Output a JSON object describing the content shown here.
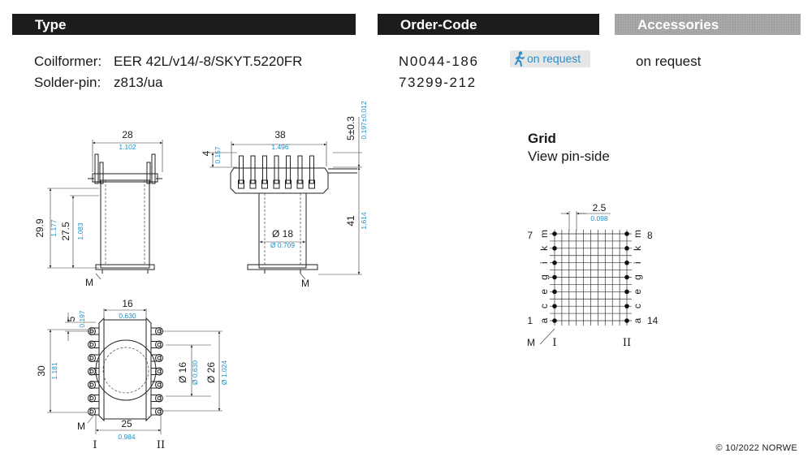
{
  "headers": {
    "type": "Type",
    "order_code": "Order-Code",
    "accessories": "Accessories"
  },
  "spec": {
    "coilformer_label": "Coilformer:",
    "coilformer_value": "EER 42L/v14/-8/SKYT.5220FR",
    "solderpin_label": "Solder-pin:",
    "solderpin_value": "z813/ua"
  },
  "order": {
    "code1": "N0044-186",
    "code2": "73299-212",
    "badge": "on request"
  },
  "accessories": {
    "value": "on request"
  },
  "grid": {
    "title": "Grid",
    "subtitle": "View pin-side"
  },
  "footer": "© 10/2022 NORWE",
  "dims": {
    "front_w": "28",
    "front_w_in": "1.102",
    "front_h1": "29.9",
    "front_h1_in": "1.177",
    "front_h2": "27.5",
    "front_h2_in": "1.083",
    "side_w": "38",
    "side_w_in": "1.496",
    "side_pin": "4",
    "side_pin_in": "0.157",
    "side_top": "5±0.3",
    "side_top_in": "0.197±0.012",
    "side_h": "41",
    "side_h_in": "1.614",
    "side_dia": "Ø 18",
    "side_dia_in": "Ø 0.709",
    "bot_w": "16",
    "bot_w_in": "0.630",
    "bot_p": "5",
    "bot_p_in": "0.197",
    "bot_h": "30",
    "bot_h_in": "1.181",
    "bot_d1": "Ø 16",
    "bot_d1_in": "Ø 0.630",
    "bot_d2": "Ø 26",
    "bot_d2_in": "Ø 1.024",
    "bot_span": "25",
    "bot_span_in": "0.984",
    "grid_pitch": "2.5",
    "grid_pitch_in": "0.098",
    "mark": "M",
    "side_I": "I",
    "side_II": "II",
    "pin1": "1",
    "pin7": "7",
    "pin8": "8",
    "pin14": "14",
    "left_letters": [
      "a",
      "c",
      "e",
      "g",
      "i",
      "k",
      "m"
    ],
    "right_letters": [
      "a",
      "c",
      "e",
      "g",
      "i",
      "k",
      "m"
    ]
  }
}
